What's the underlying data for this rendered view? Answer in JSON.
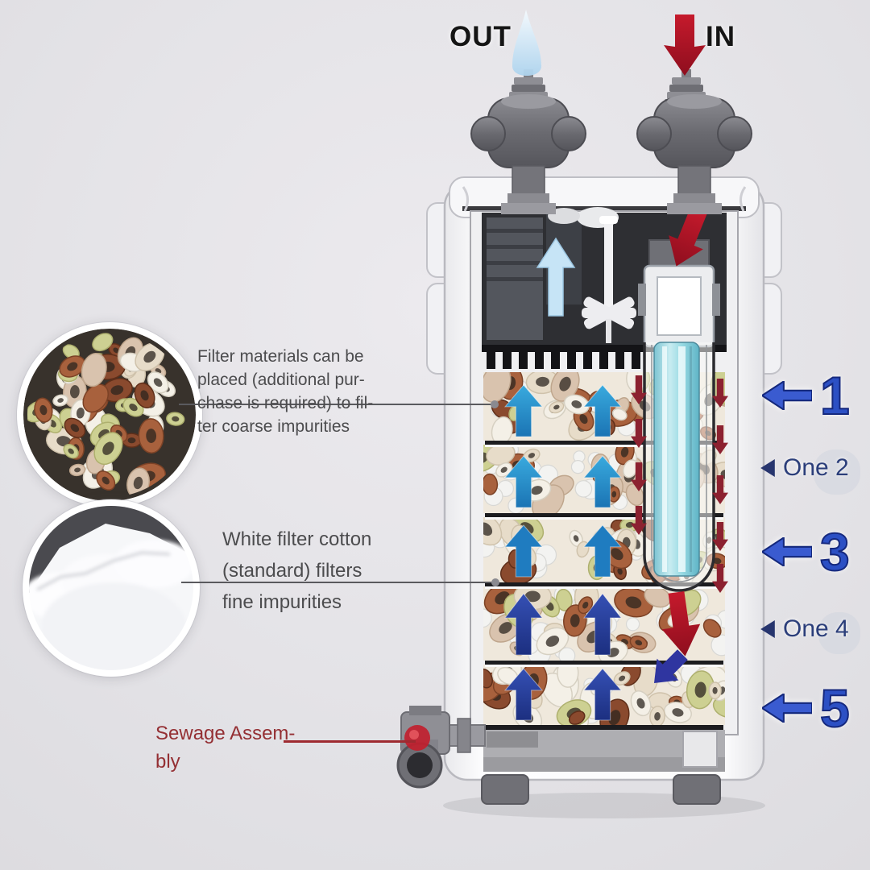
{
  "header": {
    "out_label": "OUT",
    "in_label": "IN"
  },
  "callouts": {
    "filter_materials": {
      "line1": "Filter materials can be",
      "line2": "placed (additional pur-",
      "line3": "chase is required) to fil-",
      "line4": "ter coarse impurities"
    },
    "white_cotton": {
      "line1": "White filter cotton",
      "line2": "(standard) filters",
      "line3": "fine impurities"
    },
    "sewage": {
      "line1": "Sewage Assem-",
      "line2": "bly"
    }
  },
  "flow_indicators": {
    "step1": "1",
    "step2": "One 2",
    "step3": "3",
    "step4": "One 4",
    "step5": "5"
  },
  "icons": {
    "out_flow": "flame-up-arrow",
    "in_flow": "red-down-arrow",
    "step_large": "blue-left-arrow",
    "step_small": "navy-left-arrowhead",
    "inside_up_flow": "blue-up-arrow",
    "inside_down_flow": "red-down-arrow"
  },
  "colors": {
    "accent_blue": "#2c50c4",
    "accent_navy": "#2b3e7a",
    "accent_red": "#b31222",
    "sewage_text_red": "#942f33",
    "uv_lamp_cyan": "#8fd2dc",
    "background": "#e4e3e7"
  }
}
